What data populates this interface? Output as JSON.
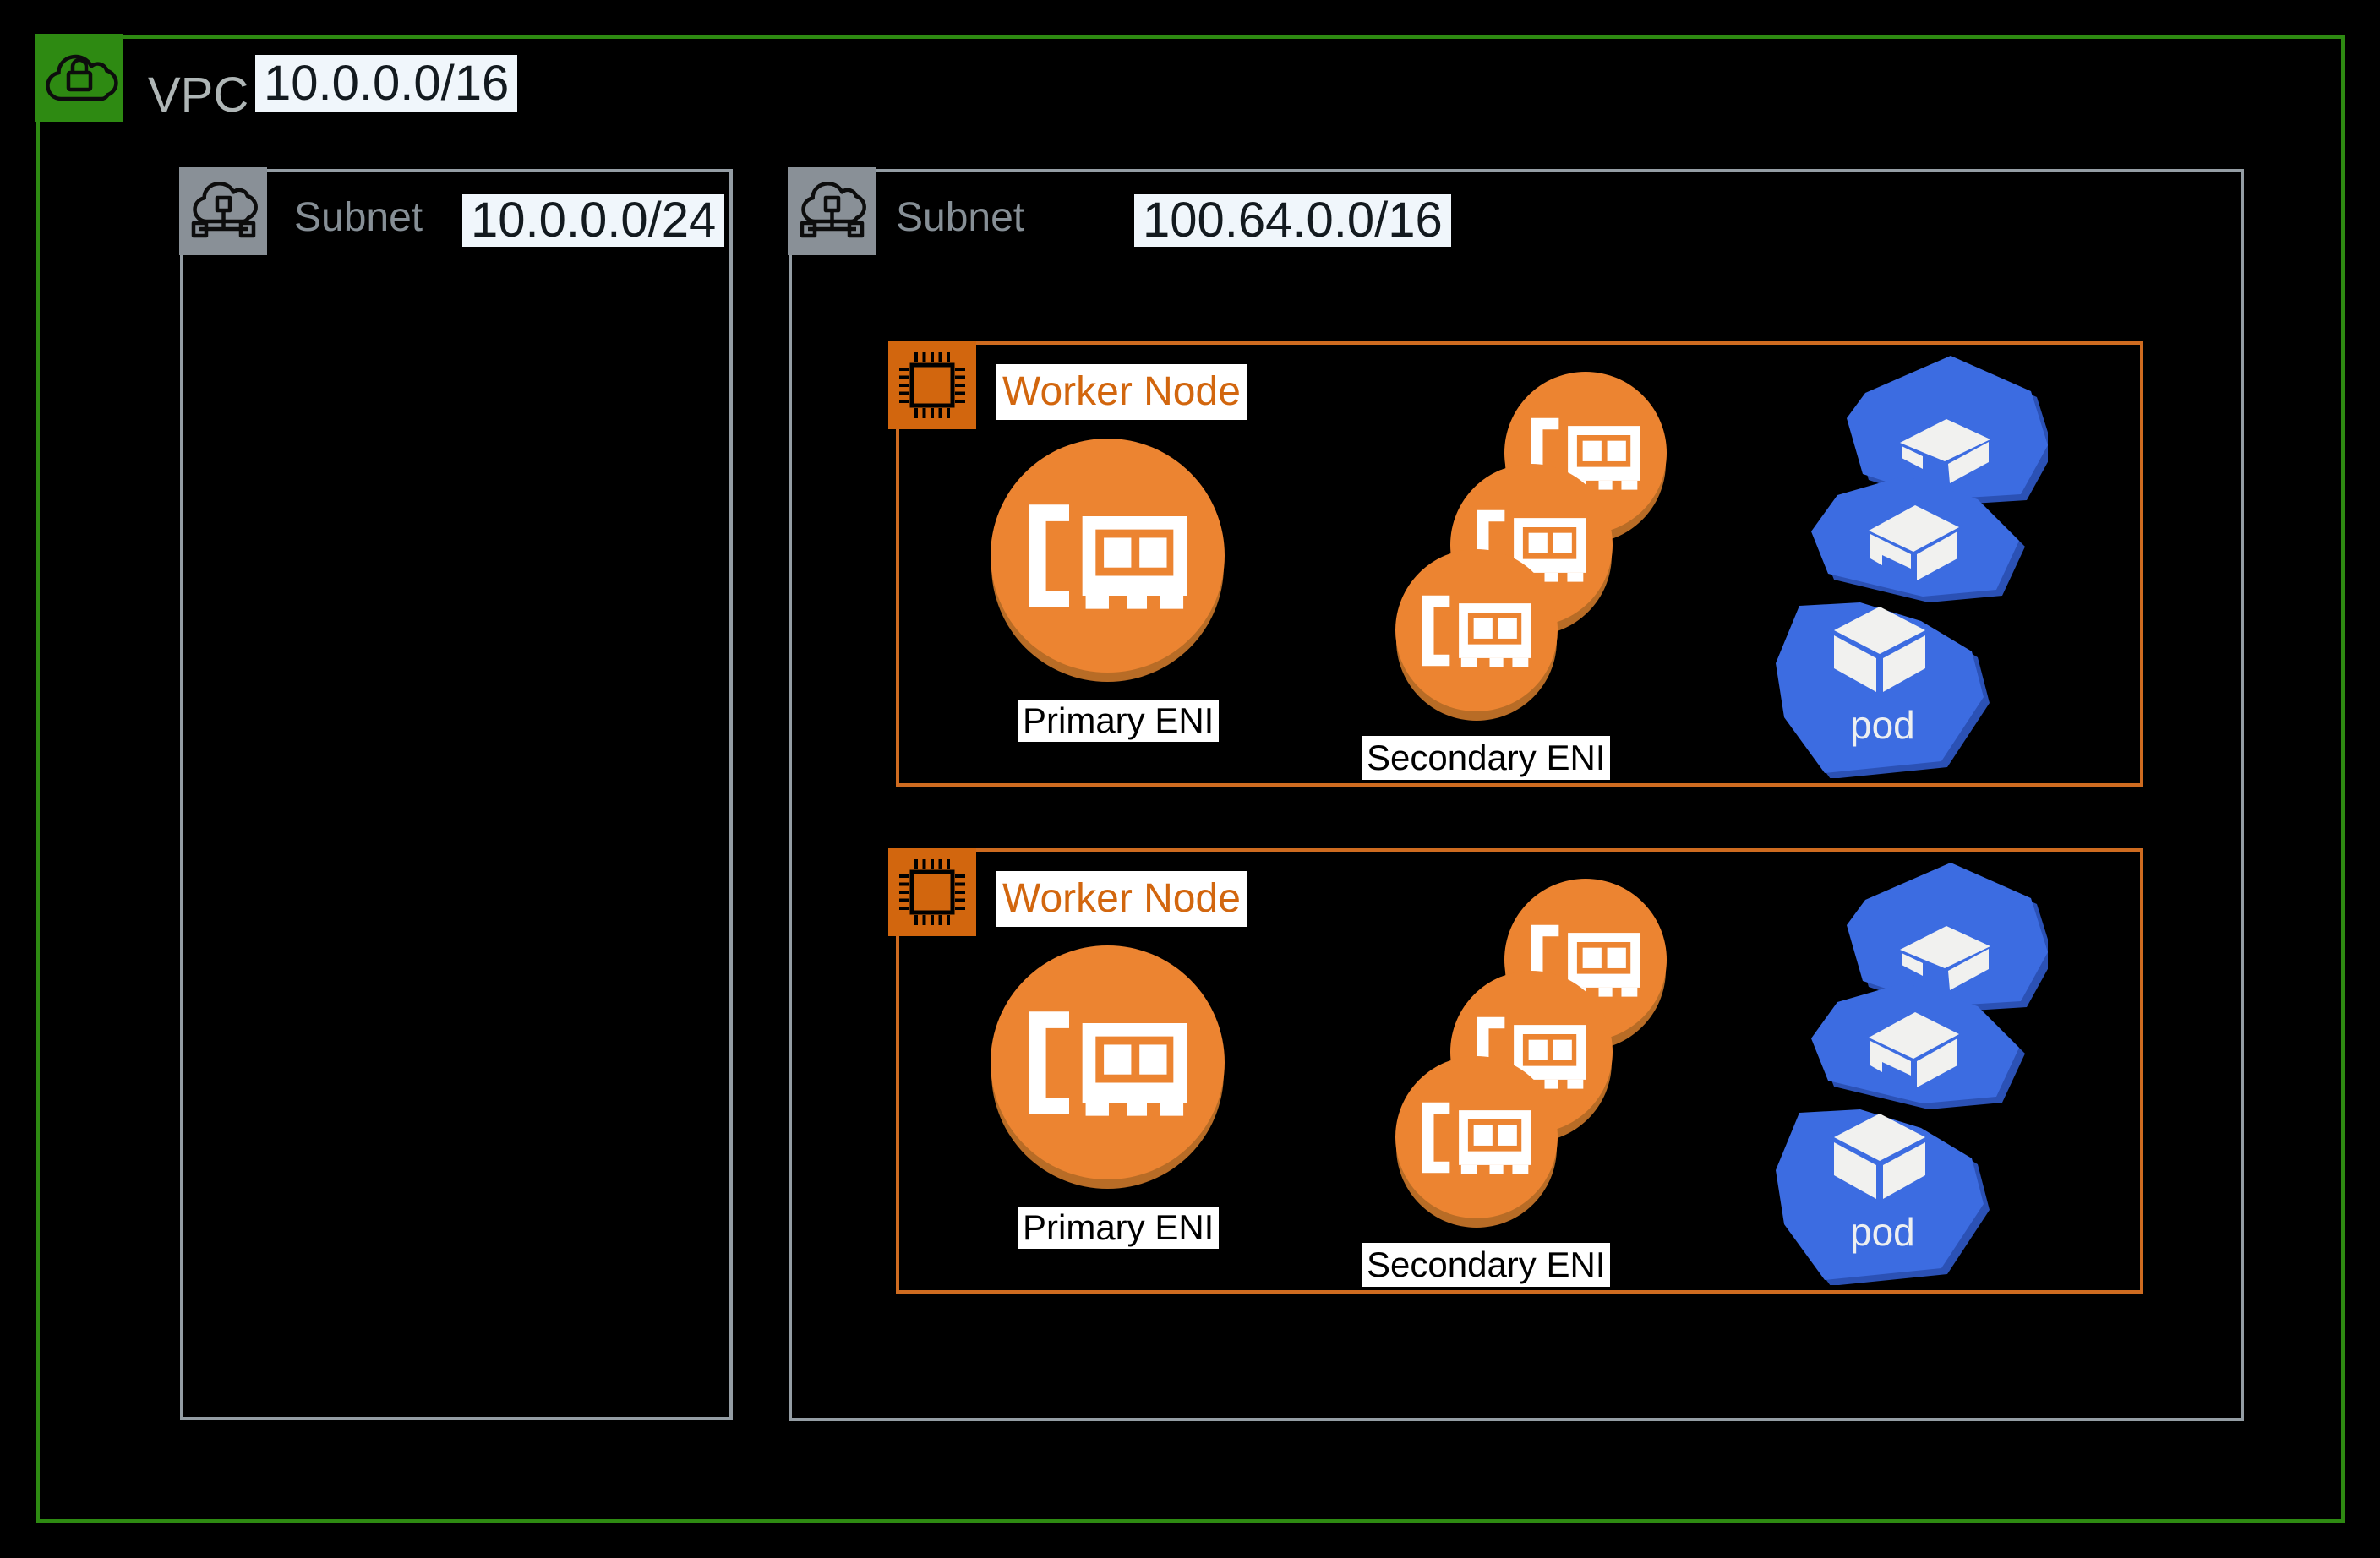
{
  "vpc": {
    "icon": "cloud-lock-icon",
    "label": "VPC",
    "cidr": "10.0.0.0/16"
  },
  "subnets": [
    {
      "icon": "subnet-icon",
      "label": "Subnet",
      "cidr": "10.0.0.0/24"
    },
    {
      "icon": "subnet-icon",
      "label": "Subnet",
      "cidr": "100.64.0.0/16"
    }
  ],
  "worker_nodes": [
    {
      "icon": "cpu-chip-icon",
      "label": "Worker Node",
      "primary_eni_label": "Primary ENI",
      "secondary_eni_label": "Secondary ENI",
      "secondary_eni_count": 3,
      "pod_label": "pod",
      "pod_count": 3
    },
    {
      "icon": "cpu-chip-icon",
      "label": "Worker Node",
      "primary_eni_label": "Primary ENI",
      "secondary_eni_label": "Secondary ENI",
      "secondary_eni_count": 3,
      "pod_label": "pod",
      "pod_count": 3
    }
  ],
  "colors": {
    "background": "#000000",
    "vpc_border_green": "#2E8A12",
    "subnet_border_gray": "#949DA4",
    "subnet_icon_gray": "#899097",
    "worker_border_orange": "#CE6B20",
    "ec2_icon_orange": "#D2660E",
    "eni_circle_orange": "#EC8431",
    "eni_shadow_orange": "#B86C26",
    "pod_blue": "#3C6CE1",
    "pod_shadow_blue": "#2B51B5",
    "cidr_chip_bg": "#F0F6FB"
  }
}
